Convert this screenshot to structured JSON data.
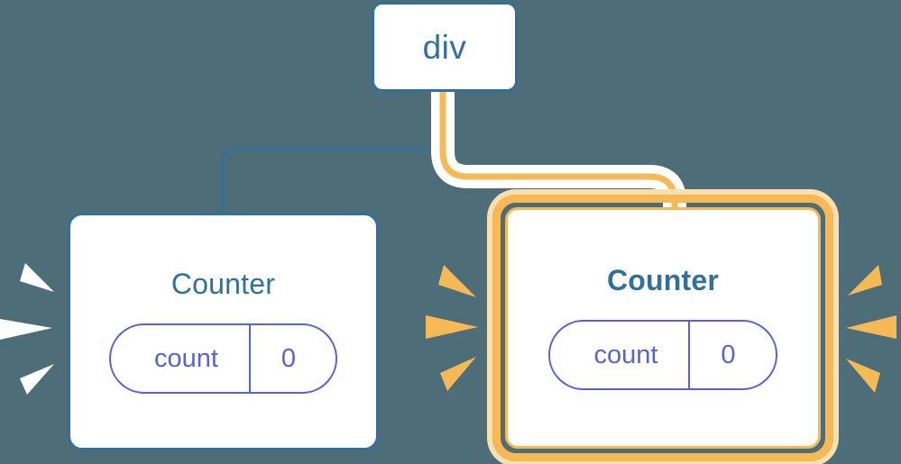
{
  "theme": {
    "background": "#4d6e78",
    "node_border": "#31709b",
    "node_fill": "#ffffff",
    "title_color": "#31709b",
    "pill_color": "#5c61d6",
    "highlight": "#f7b955",
    "highlight_glow": "#fbdfae",
    "idle_sparkle": "#ffffff",
    "wire_idle": "#31709b",
    "wire_active": "#f7b955",
    "wire_halo": "#ffffff"
  },
  "diagram": {
    "type": "component-tree",
    "root": {
      "id": "div",
      "label": "div"
    },
    "children": [
      {
        "id": "counter-left",
        "title": "Counter",
        "highlighted": false,
        "emphasis": "normal",
        "state": {
          "key": "count",
          "value": "0"
        },
        "sparkle_color": "#ffffff",
        "edge": {
          "from": "div",
          "state": "idle",
          "color": "#31709b"
        }
      },
      {
        "id": "counter-right",
        "title": "Counter",
        "highlighted": true,
        "emphasis": "bold",
        "state": {
          "key": "count",
          "value": "0"
        },
        "sparkle_color": "#f7b955",
        "edge": {
          "from": "div",
          "state": "active",
          "color": "#f7b955"
        }
      }
    ],
    "sparkle_groups": [
      {
        "id": "left-outer",
        "color": "#ffffff",
        "direction": "right",
        "rays": 3
      },
      {
        "id": "middle",
        "color": "#f7b955",
        "direction": "right",
        "rays": 3
      },
      {
        "id": "right-outer",
        "color": "#f7b955",
        "direction": "left",
        "rays": 3
      }
    ]
  }
}
